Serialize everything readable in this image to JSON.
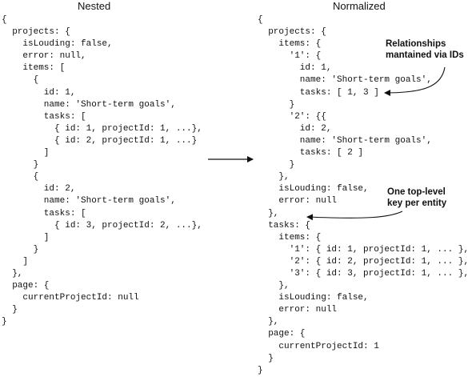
{
  "left_panel": {
    "title": "Nested",
    "lines": [
      "{",
      "  projects: {",
      "    isLouding: false,",
      "    error: null,",
      "    items: [",
      "      {",
      "        id: 1,",
      "        name: 'Short-term goals',",
      "        tasks: [",
      "          { id: 1, projectId: 1, ...},",
      "          { id: 2, projectId: 1, ...}",
      "        ]",
      "      }",
      "      {",
      "        id: 2,",
      "        name: 'Short-term goals',",
      "        tasks: [",
      "          { id: 3, projectId: 2, ...},",
      "        ]",
      "      }",
      "    ]",
      "  },",
      "  page: {",
      "    currentProjectId: null",
      "  }",
      "}"
    ]
  },
  "right_panel": {
    "title": "Normalized",
    "lines": [
      "{",
      "  projects: {",
      "    items: {",
      "      '1': {",
      "        id: 1,",
      "        name: 'Short-term goals',",
      "        tasks: [ 1, 3 ]",
      "      }",
      "      '2': {{",
      "        id: 2,",
      "        name: 'Short-term goals',",
      "        tasks: [ 2 ]",
      "      }",
      "    },",
      "    isLouding: false,",
      "    error: null",
      "  },",
      "  tasks: {",
      "    items: {",
      "      '1': { id: 1, projectId: 1, ... },",
      "      '2': { id: 2, projectId: 1, ... },",
      "      '3': { id: 3, projectId: 1, ... },",
      "    },",
      "    isLouding: false,",
      "    error: null",
      "  },",
      "  page: {",
      "    currentProjectId: 1",
      "  }",
      "}"
    ]
  },
  "annotations": {
    "relationships": "Relationships\nmantained via IDs",
    "top_level": "One top-level\nkey per entity"
  }
}
